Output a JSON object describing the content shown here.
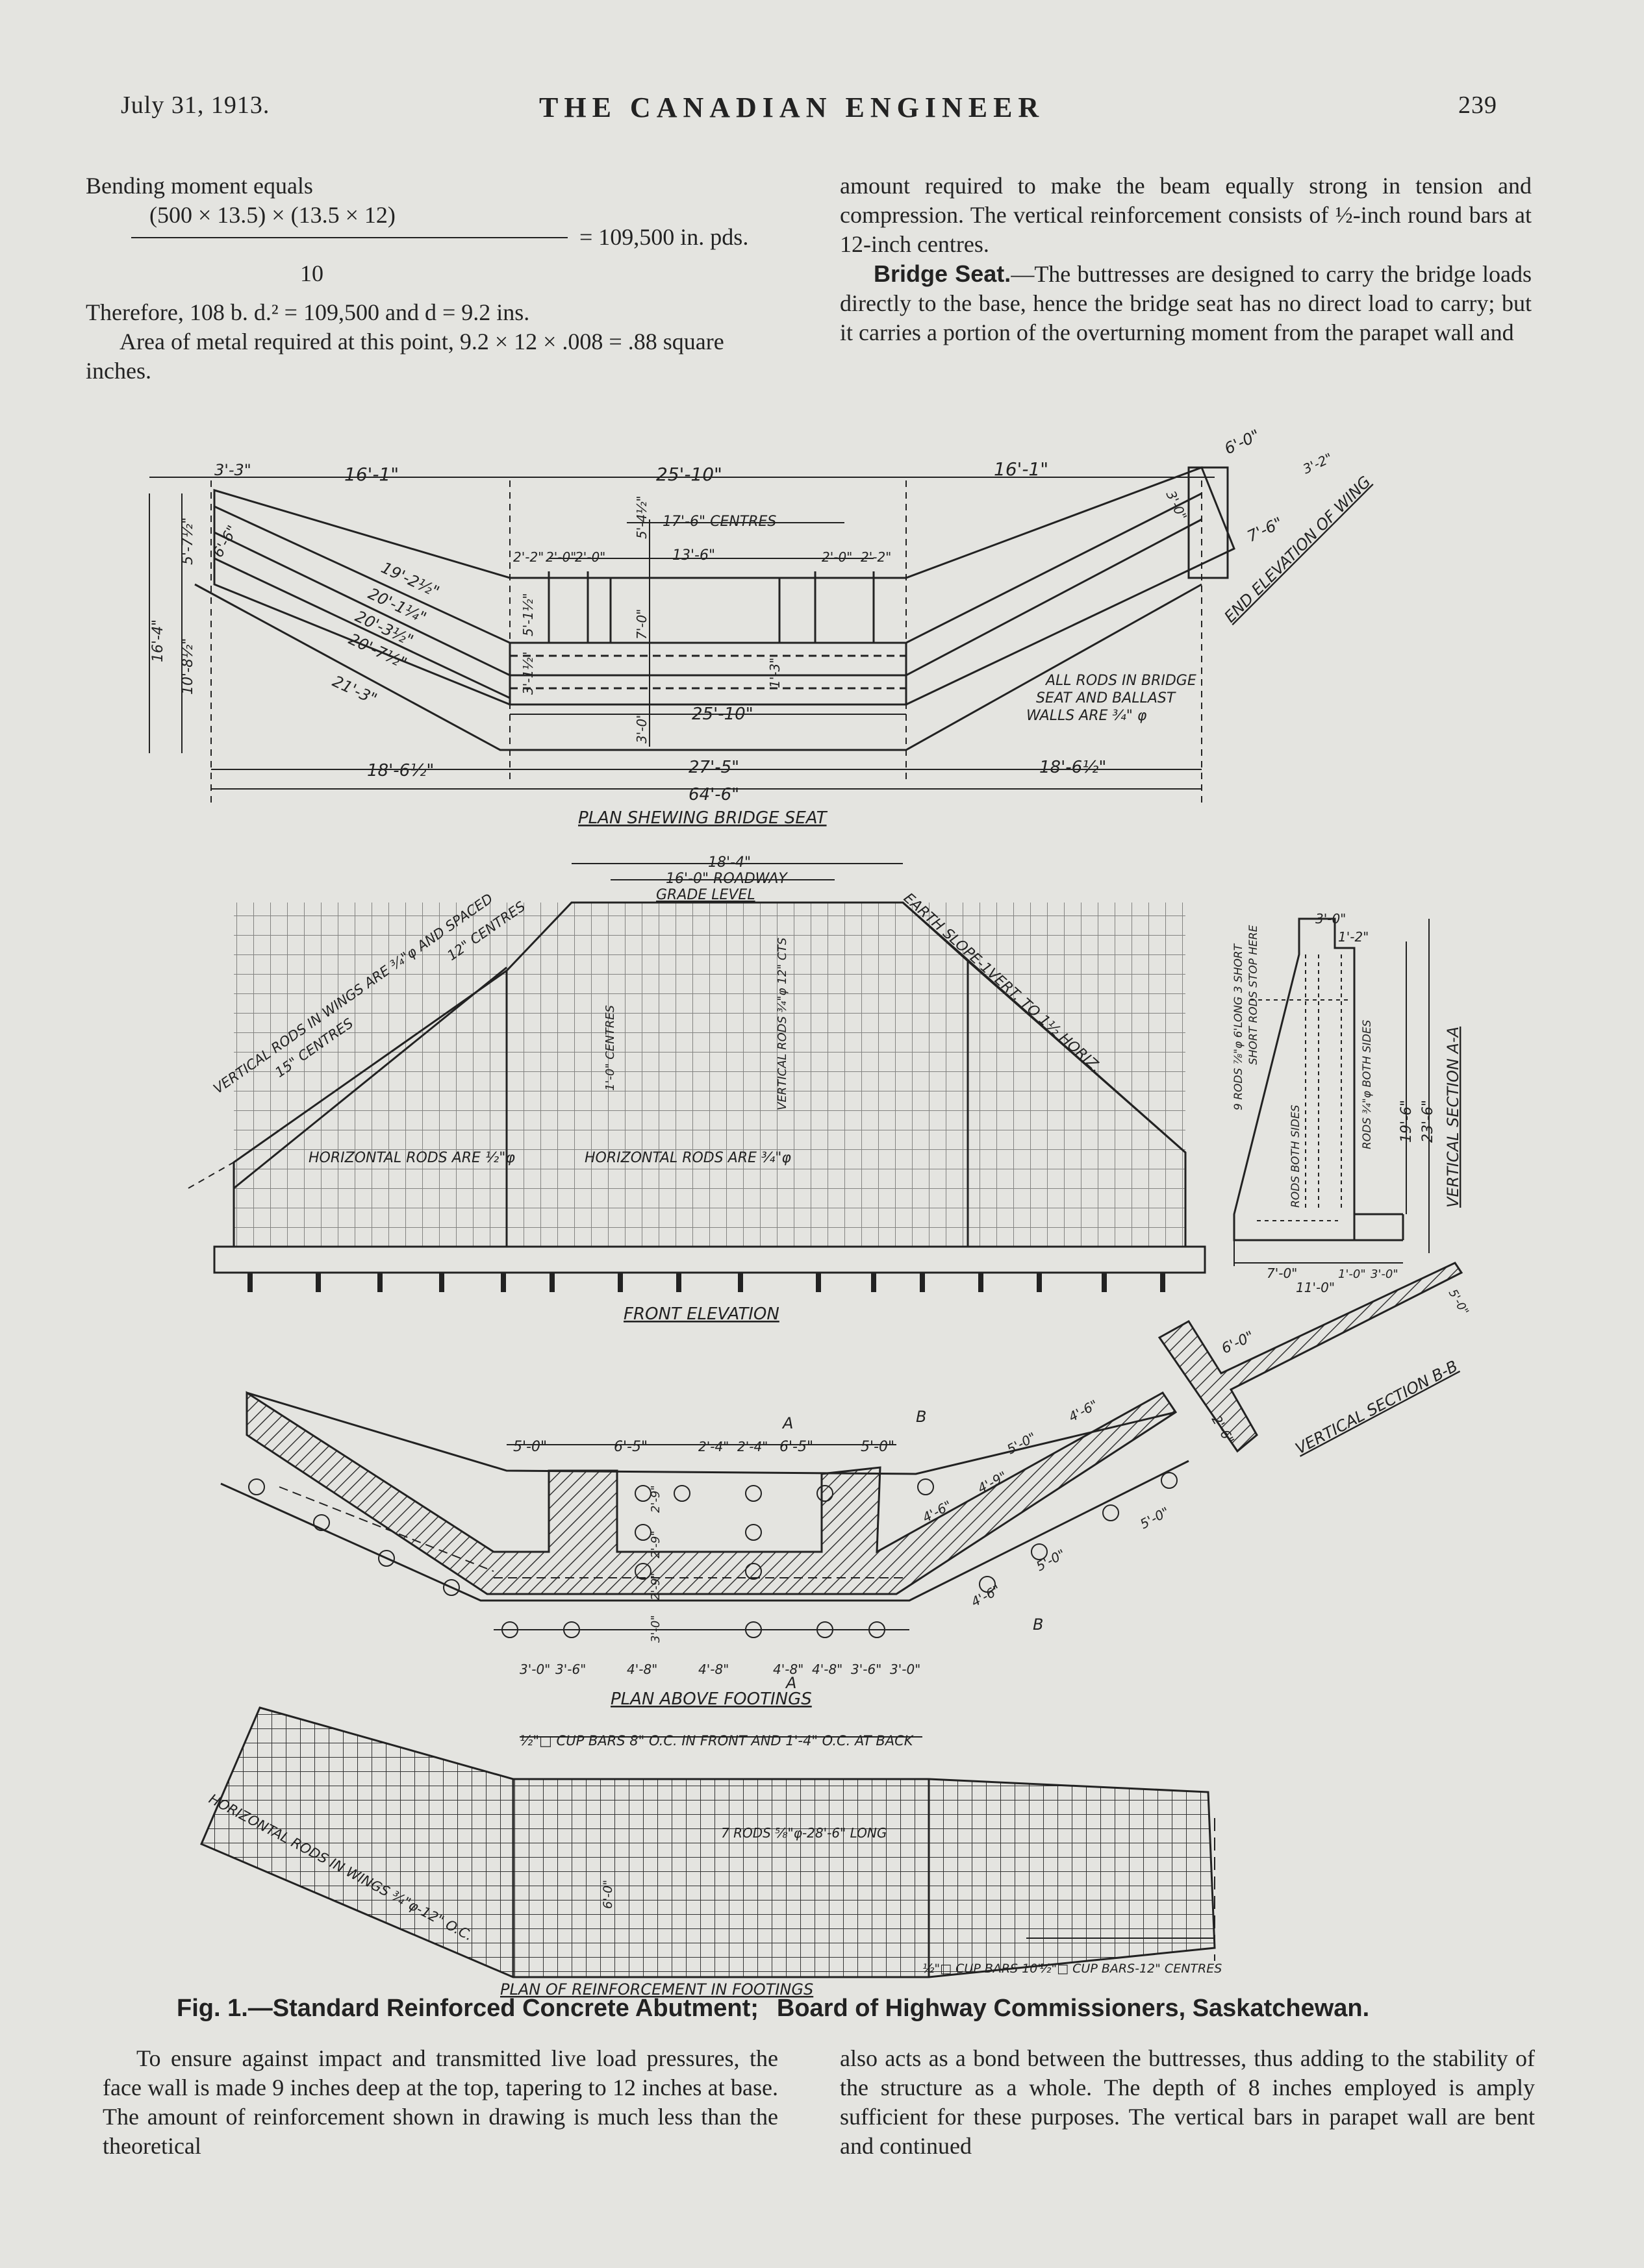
{
  "header": {
    "date": "July 31, 1913.",
    "journal": "THE CANADIAN ENGINEER",
    "page_number": "239"
  },
  "left_column": {
    "line1": "Bending moment equals",
    "fraction_numerator": "(500 × 13.5) × (13.5 × 12)",
    "fraction_result": "= 109,500 in. pds.",
    "fraction_denominator": "10",
    "line2": "Therefore, 108 b. d.² = 109,500 and d = 9.2 ins.",
    "line3": "Area of metal required at this point, 9.2 × 12 × .008 = .88 square inches."
  },
  "right_column": {
    "para1": "amount required to make the beam equally strong in tension and compression. The vertical reinforcement consists of ½-inch round bars at 12-inch centres.",
    "bridge_seat_heading": "Bridge Seat.",
    "bridge_seat_text": "—The buttresses are designed to carry the bridge loads directly to the base, hence the bridge seat has no direct load to carry; but it carries a portion of the overturning moment from the parapet wall and"
  },
  "figure": {
    "plan_bridge_seat": {
      "title": "PLAN SHEWING BRIDGE SEAT",
      "dims_top": [
        "3'-3\"",
        "16'-1\"",
        "25'-10\"",
        "16'-1\"",
        "6'-0\""
      ],
      "centres": "17'-6\" CENTRES",
      "inner": "13'-6\"",
      "small_top": [
        "2'-2\"",
        "2'-0\"",
        "2'-0\"",
        "2'-0\"",
        "2'-2\""
      ],
      "wing_dims": [
        "19'-2½\"",
        "20'-1¼\"",
        "20'-3½\"",
        "20'-7½\"",
        "21'-3\""
      ],
      "left_dims": [
        "6'-6\"",
        "5'-7½\"",
        "10'-8½\"",
        "16'-4\""
      ],
      "mid_dims": [
        "5'-1½\"",
        "3'-1½\"",
        "7'-0\"",
        "5'-4½\"",
        "1'-3\"",
        "3'-0\""
      ],
      "bottom_dims": [
        "25'-10\"",
        "18'-6½\"",
        "27'-5\"",
        "18'-6½\"",
        "64'-6\""
      ],
      "end_dims": [
        "3'-2\"",
        "7'-6\"",
        "3'-0\""
      ],
      "note_l1": "ALL RODS IN BRIDGE",
      "note_l2": "SEAT AND BALLAST",
      "note_l3": "WALLS ARE ¾\" φ",
      "end_elev_title": "END ELEVATION OF WING"
    },
    "front_elevation": {
      "title": "FRONT ELEVATION",
      "dim_top": "18'-4\"",
      "roadway": "16'-0\" ROADWAY",
      "grade": "GRADE LEVEL",
      "wing_note_l1": "VERTICAL RODS IN WINGS ARE ¾\"φ AND SPACED",
      "wing_note_l2": "12\" CENTRES",
      "wing_note_l3": "15\" CENTRES",
      "earth_slope": "EARTH SLOPE-1VERT. TO 1½ HORIZ.",
      "horiz_left": "HORIZONTAL RODS ARE ½\"φ",
      "horiz_mid": "HORIZONTAL RODS ARE ¾\"φ",
      "centres_mid": "1'-0\" CENTRES",
      "vertical_mid": "VERTICAL RODS ¾\"φ 12\" CTS"
    },
    "section_aa": {
      "title": "VERTICAL SECTION A-A",
      "dims": [
        "3'-0\"",
        "1'-2\"",
        "19'-6\"",
        "23'-6\"",
        "7'-0\"",
        "11'-0\"",
        "1'-0\"",
        "3'-0\""
      ],
      "rods1": "9 RODS ⅞\"φ 6'LONG 3 SHORT",
      "rods2": "SHORT RODS STOP HERE",
      "rods3": "RODS ¾\"φ BOTH SIDES",
      "rods4": "RODS BOTH SIDES"
    },
    "section_bb": {
      "title": "VERTICAL SECTION B-B",
      "dims": [
        "6'-0\"",
        "2'-6\"",
        "5'-0\""
      ]
    },
    "plan_above_footings": {
      "title": "PLAN ABOVE FOOTINGS",
      "dims_top": [
        "5'-0\"",
        "6'-5\"",
        "2'-4\"",
        "2'-4\"",
        "6'-5\"",
        "5'-0\""
      ],
      "dims_bottom": [
        "3'-0\"",
        "3'-6\"",
        "4'-8\"",
        "4'-8\"",
        "4'-8\"",
        "4'-8\"",
        "3'-6\"",
        "3'-0\""
      ],
      "dims_wing": [
        "4'-6\"",
        "5'-0\"",
        "4'-9\"",
        "4'-6\"",
        "5'-0\"",
        "5'-0\"",
        "4'-6\""
      ],
      "dims_vertical": [
        "2'-9\"",
        "2'-9\"",
        "2'-9\"",
        "3'-0\""
      ],
      "markers": [
        "A",
        "B",
        "A",
        "B"
      ]
    },
    "plan_reinforcement": {
      "title": "PLAN OF REINFORCEMENT IN FOOTINGS",
      "cup_bars": "½\"□ CUP BARS 8\" O.C. IN FRONT AND 1'-4\" O.C. AT BACK",
      "seven_rods": "7 RODS ⅝\"φ-28'-6\" LONG",
      "wings": "HORIZONTAL RODS IN WINGS ¾\"φ-12\" O.C.",
      "bottom_left": "½\"□ CUP BARS 10\"",
      "bottom_right": "½\"□ CUP BARS-12\" CENTRES",
      "dim": "6'-0\""
    }
  },
  "caption": {
    "fig": "Fig. 1.—Standard Reinforced Concrete Abutment;",
    "board": "Board of Highway Commissioners, Saskatchewan."
  },
  "bottom_left": "To ensure against impact and transmitted live load pressures, the face wall is made 9 inches deep at the top, tapering to 12 inches at base. The amount of reinforcement shown in drawing is much less than the theoretical",
  "bottom_right": "also acts as a bond between the buttresses, thus adding to the stability of the structure as a whole. The depth of 8 inches employed is amply sufficient for these purposes. The vertical bars in parapet wall are bent and continued"
}
